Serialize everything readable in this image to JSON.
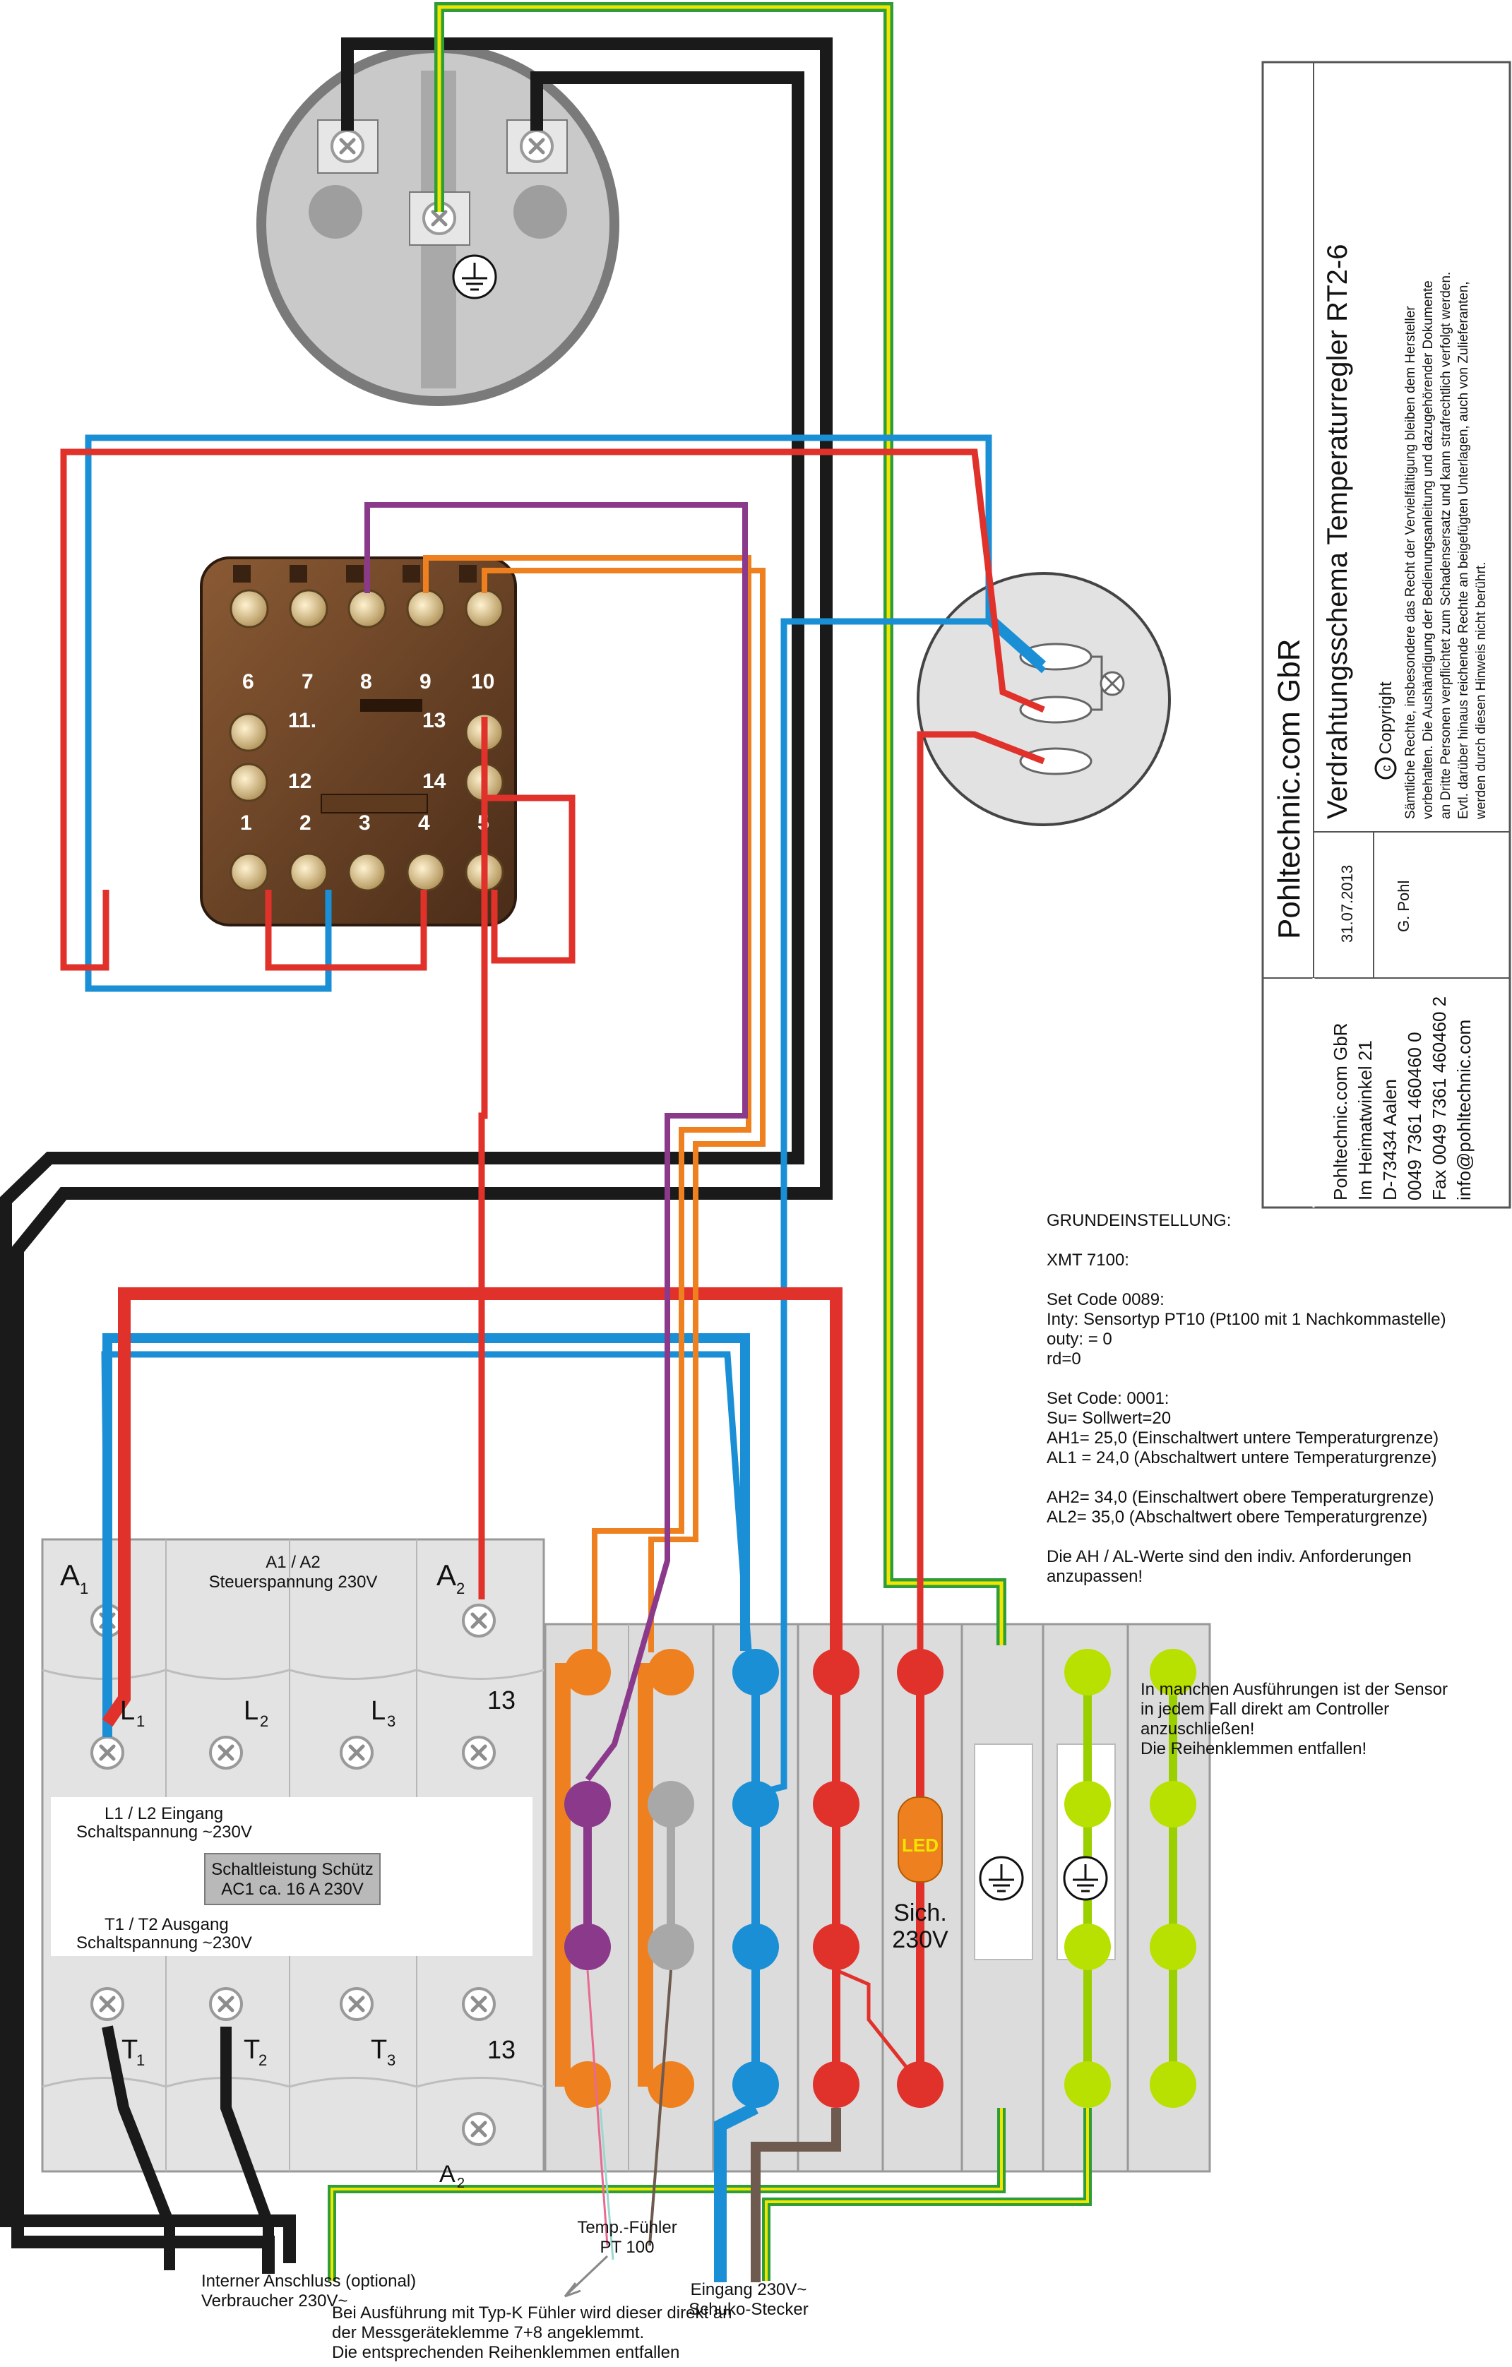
{
  "title_block": {
    "company": "Pohltechnic.com GbR",
    "title": "Verdrahtungsschema Temperaturregler RT2-6",
    "date": "31.07.2013",
    "author": "G. Pohl",
    "copyright_heading": "Copyright",
    "copyright_lines": [
      "Sämtliche Rechte, insbesondere das Recht  der Vervielfältigung bleiben dem Hersteller",
      "vorbehalten. Die Aushändigung der Bedienungsanleitung und dazugehörender Dokumente",
      "an Dritte Personen verpflichtet zum Schadensersatz und kann strafrechtlich verfolgt werden.",
      "Evtl. darüber hinaus reichende Rechte an beigefügten Unterlagen, auch von Zulieferanten,",
      "werden durch diesen Hinweis nicht berührt."
    ],
    "address_lines": [
      "Pohltechnic.com GbR",
      "Im Heimatwinkel 21",
      "D-73434 Aalen",
      "0049 7361 460460 0",
      "Fax 0049 7361 460460 2",
      "info@pohltechnic.com"
    ]
  },
  "settings_lines": [
    "GRUNDEINSTELLUNG:",
    "",
    "XMT 7100:",
    "",
    "Set Code 0089:",
    "Inty: Sensortyp PT10 (Pt100 mit 1 Nachkommastelle)",
    "outy: = 0",
    "rd=0",
    "",
    "Set Code: 0001:",
    "Su= Sollwert=20",
    "AH1= 25,0 (Einschaltwert untere Temperaturgrenze)",
    "AL1 = 24,0 (Abschaltwert untere Temperaturgrenze)",
    "",
    "AH2= 34,0 (Einschaltwert obere Temperaturgrenze)",
    "AL2= 35,0 (Abschaltwert obere Temperaturgrenze)",
    "",
    "Die AH / AL-Werte sind den indiv. Anforderungen",
    "anzupassen!"
  ],
  "sensor_note_lines": [
    "In manchen Ausführungen ist der Sensor",
    "in jedem Fall direkt am Controller",
    "anzuschließen!",
    "Die Reihenklemmen entfallen!"
  ],
  "relay_socket": {
    "top_pins": [
      "6",
      "7",
      "8",
      "9",
      "10"
    ],
    "bottom_pins": [
      "1",
      "2",
      "3",
      "4",
      "5"
    ],
    "left_pins": [
      "11.",
      "12"
    ],
    "right_pins": [
      "13",
      "14"
    ]
  },
  "contactor": {
    "a1": "A",
    "a1_sub": "1",
    "a2": "A",
    "a2_sub": "2",
    "coil_lines": [
      "A1 / A2",
      "Steuerspannung 230V"
    ],
    "l1": "L",
    "l1_sub": "1",
    "l2": "L",
    "l2_sub": "2",
    "l3": "L",
    "l3_sub": "3",
    "n13_top": "13",
    "input_lines": [
      "L1 / L2 Eingang",
      "Schaltspannung ~230V"
    ],
    "rating_lines": [
      "Schaltleistung Schütz",
      "AC1 ca. 16 A  230V"
    ],
    "output_lines": [
      "T1 / T2 Ausgang",
      "Schaltspannung ~230V"
    ],
    "t1": "T",
    "t1_sub": "1",
    "t2": "T",
    "t2_sub": "2",
    "t3": "T",
    "t3_sub": "3",
    "n13_bottom": "13",
    "a2_bottom": "A",
    "a2_bottom_sub": "2"
  },
  "terminals": {
    "led_label": "LED",
    "fuse_lines": [
      "Sich.",
      "230V"
    ]
  },
  "bottom_labels": {
    "sensor_lines": [
      "Temp.-Fühler",
      "PT 100"
    ],
    "input_lines": [
      "Eingang 230V~",
      "Schuko-Stecker"
    ],
    "consumer_lines": [
      "Interner Anschluss (optional)",
      "Verbraucher 230V~"
    ],
    "typek_lines": [
      "Bei Ausführung mit Typ-K Fühler wird dieser direkt an",
      "der Messgeräteklemme 7+8 angeklemmt.",
      "Die entsprechenden Reihenklemmen entfallen"
    ]
  },
  "colors": {
    "phase": "#e0312b",
    "neutral": "#1a8fd6",
    "earth_green": "#2e9e3a",
    "earth_yellow": "#f2e600",
    "load": "#1a1a1a",
    "sensor_orange": "#ee8020",
    "sensor_purple": "#8b3a8b",
    "grey": "#a8a8a8",
    "brown": "#6e5a4e"
  }
}
